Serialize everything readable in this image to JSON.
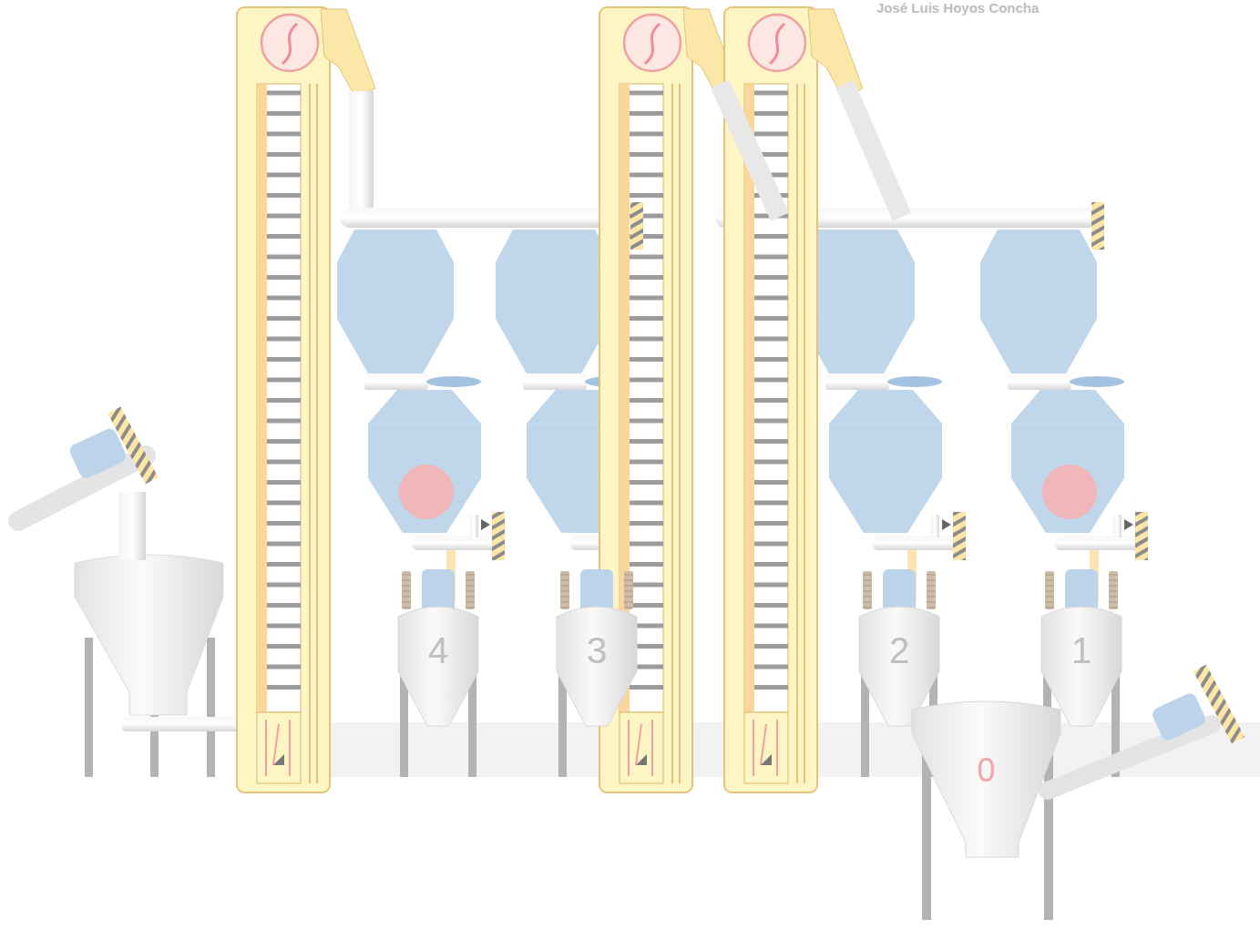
{
  "diagram": {
    "nodes": [
      {
        "text": [
          "4"
        ]
      },
      {
        "text": [
          "3"
        ]
      },
      {
        "text": [
          "2"
        ]
      },
      {
        "text": [
          "1"
        ]
      },
      {
        "text": [
          "0"
        ]
      }
    ],
    "labels": [
      "José Luis Hoyos Concha"
    ]
  }
}
